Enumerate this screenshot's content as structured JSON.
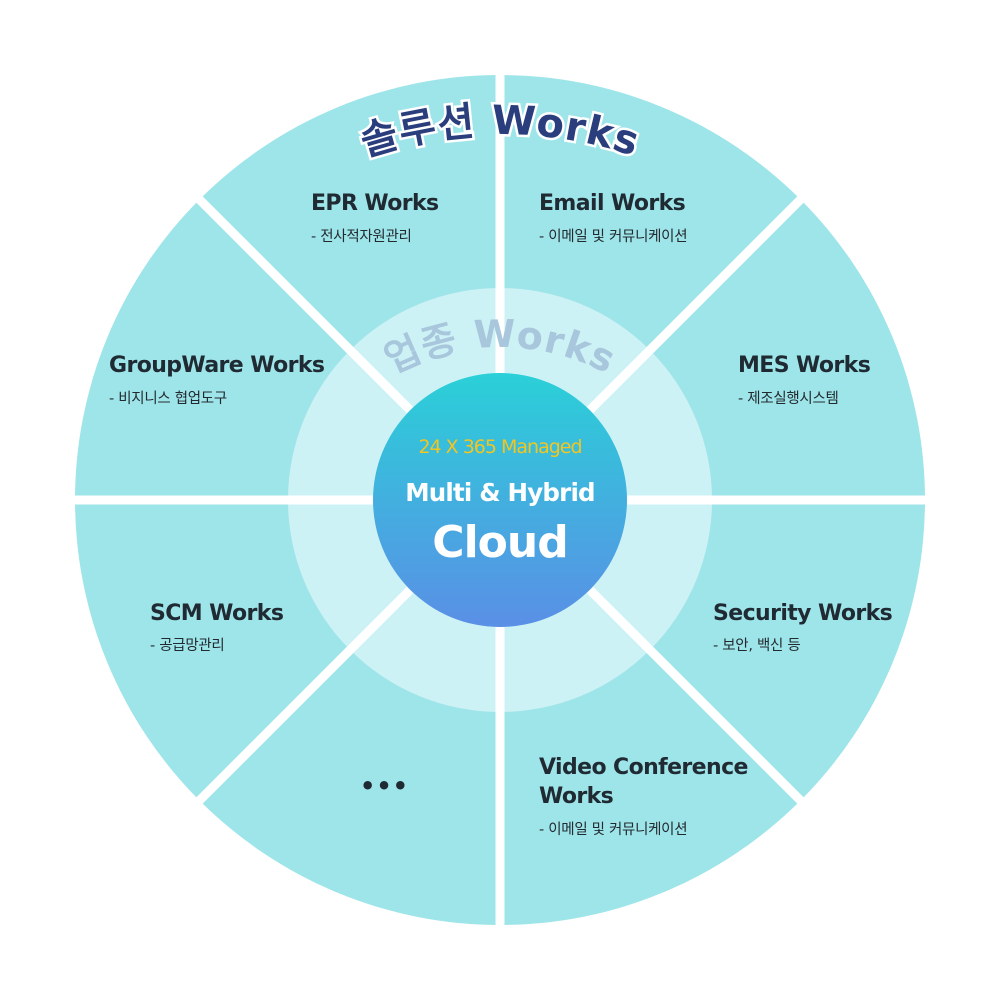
{
  "arc_titles": {
    "outer": "솔루션 Works",
    "inner": "업종 Works"
  },
  "center": {
    "subtitle": "24 X 365 Managed",
    "line1": "Multi & Hybrid",
    "line2": "Cloud"
  },
  "segments": [
    {
      "title": "EPR Works",
      "desc": "- 전사적자원관리"
    },
    {
      "title": "Email Works",
      "desc": "- 이메일 및 커뮤니케이션"
    },
    {
      "title": "MES Works",
      "desc": "- 제조실행시스템"
    },
    {
      "title": "Security Works",
      "desc": "- 보안, 백신 등"
    },
    {
      "title": "Video Conference Works",
      "title_line1": "Video Conference",
      "title_line2": "Works",
      "desc": "- 이메일 및 커뮤니케이션"
    },
    {
      "title": "•••"
    },
    {
      "title": "SCM Works",
      "desc": "- 공급망관리"
    },
    {
      "title": "GroupWare Works",
      "desc": "- 비지니스 협업도구"
    }
  ],
  "colors": {
    "outer_ring": "#9ee5ea",
    "inner_ring": "#cdf2f5",
    "center_top": "#2ad0d8",
    "center_bottom": "#5a8fe6",
    "outer_title": "#2a3d7c",
    "inner_title": "#a8c6dc",
    "subtitle": "#f3c520"
  }
}
